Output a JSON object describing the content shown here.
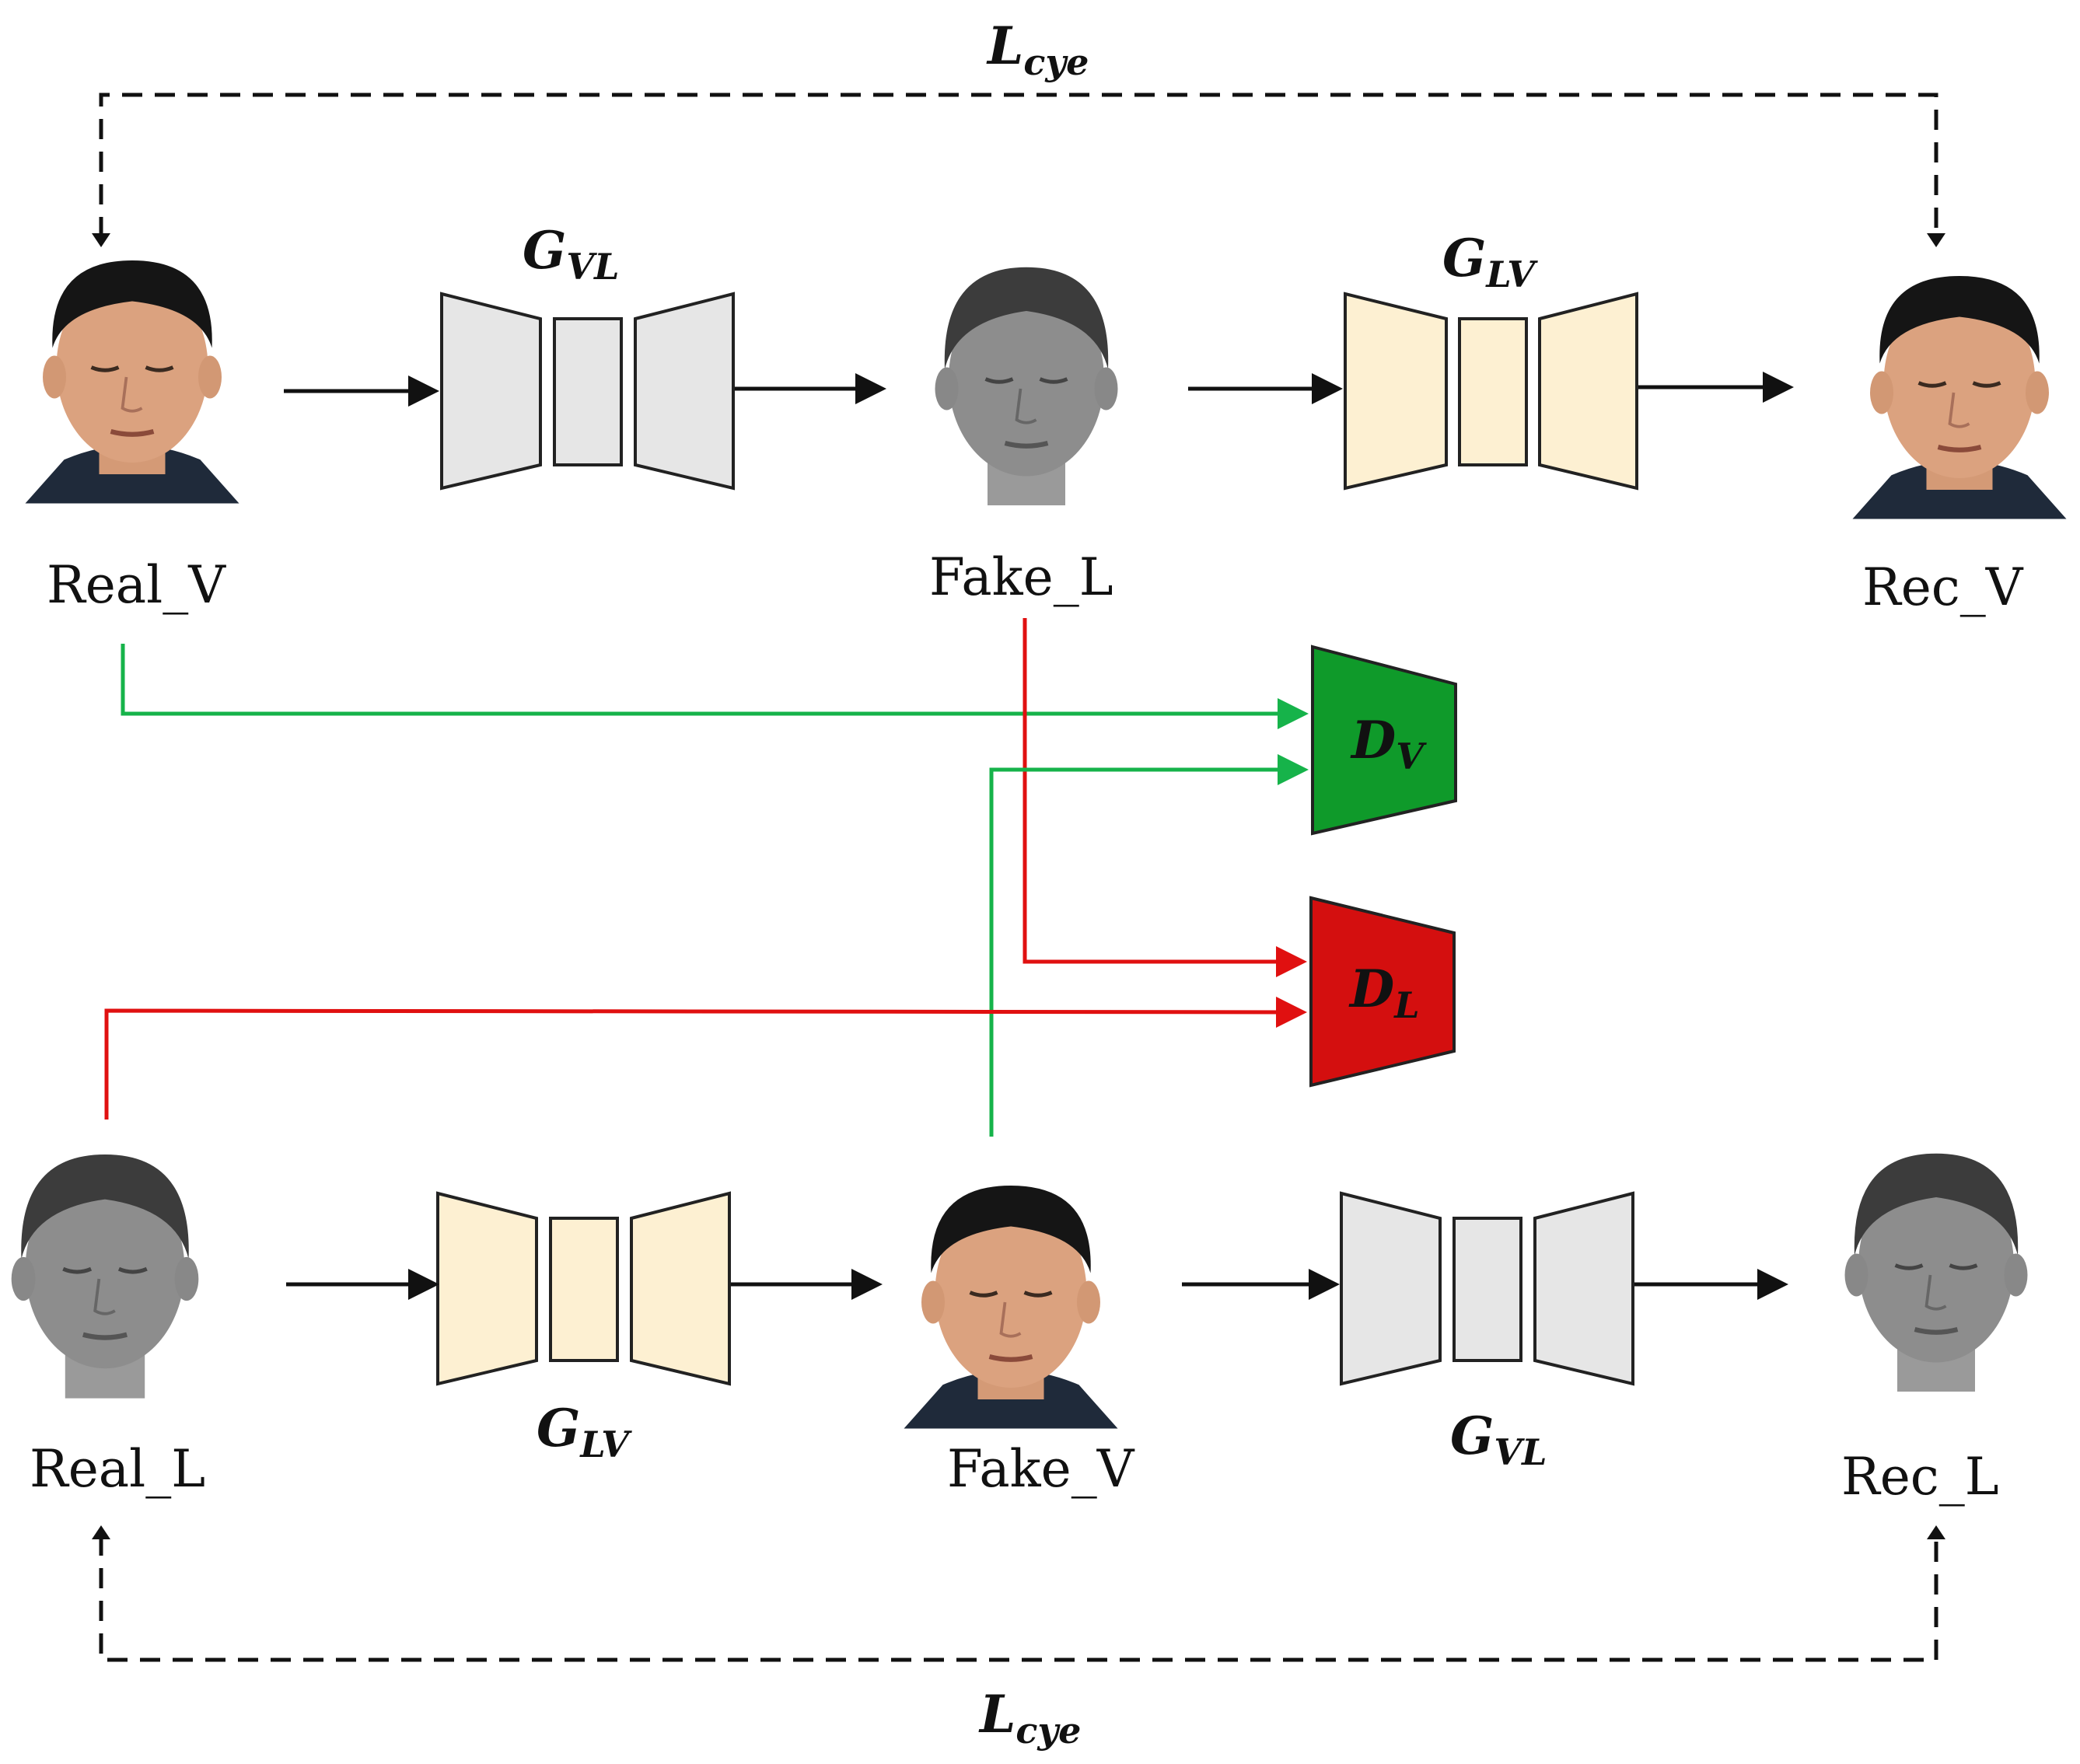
{
  "colors": {
    "gen_gray": "#e6e6e6",
    "gen_cream": "#fdf0d2",
    "disc_green": "#0f9a2a",
    "disc_red": "#d40f0f",
    "arrow_green": "#16b34a",
    "arrow_red": "#e01010",
    "visible_skin": "#d8a07d",
    "infrared_gray": "#8a8a8a"
  },
  "images": {
    "real_v": {
      "label": "Real_V",
      "kind": "visible"
    },
    "fake_l": {
      "label": "Fake_L",
      "kind": "infrared"
    },
    "rec_v": {
      "label": "Rec_V",
      "kind": "visible"
    },
    "real_l": {
      "label": "Real_L",
      "kind": "infrared"
    },
    "fake_v": {
      "label": "Fake_V",
      "kind": "visible"
    },
    "rec_l": {
      "label": "Rec_L",
      "kind": "infrared"
    }
  },
  "generators": {
    "top_g_vl": {
      "main": "G",
      "sub": "VL"
    },
    "top_g_lv": {
      "main": "G",
      "sub": "LV"
    },
    "bottom_g_lv": {
      "main": "G",
      "sub": "LV"
    },
    "bottom_g_vl": {
      "main": "G",
      "sub": "VL"
    }
  },
  "discriminators": {
    "d_v": {
      "main": "D",
      "sub": "V"
    },
    "d_l": {
      "main": "D",
      "sub": "L"
    }
  },
  "losses": {
    "top": {
      "main": "L",
      "sub": "cye"
    },
    "bottom": {
      "main": "L",
      "sub": "cye"
    }
  }
}
